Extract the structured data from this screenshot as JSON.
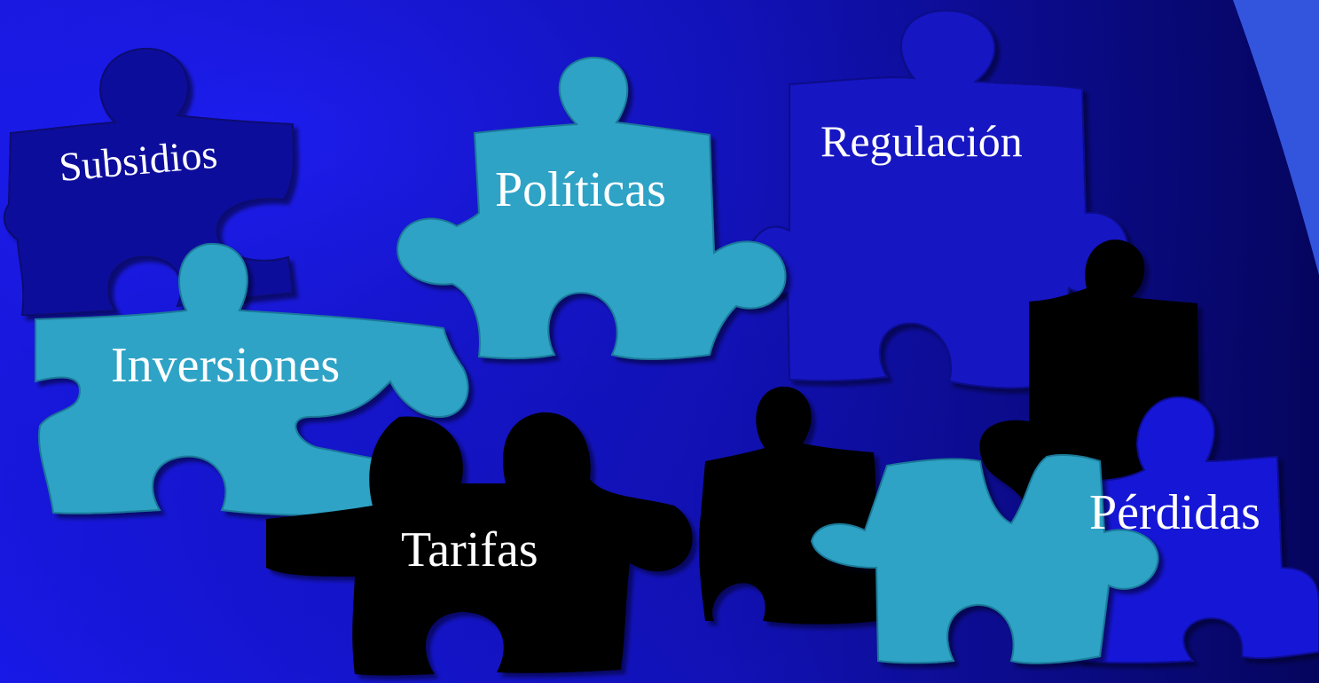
{
  "colors": {
    "background_left": "#1a1aee",
    "background_right": "#05055e",
    "accent_band": "#3355dd",
    "piece_teal": "#2ea3c6",
    "piece_blue": "#1414cc",
    "piece_dark_blue": "#0c0c9a",
    "piece_black": "#000000",
    "label_text": "#ffffff"
  },
  "labels": {
    "subsidios": "Subsidios",
    "politicas": "Políticas",
    "regulacion": "Regulación",
    "inversiones": "Inversiones",
    "tarifas": "Tarifas",
    "perdidas": "Pérdidas"
  }
}
